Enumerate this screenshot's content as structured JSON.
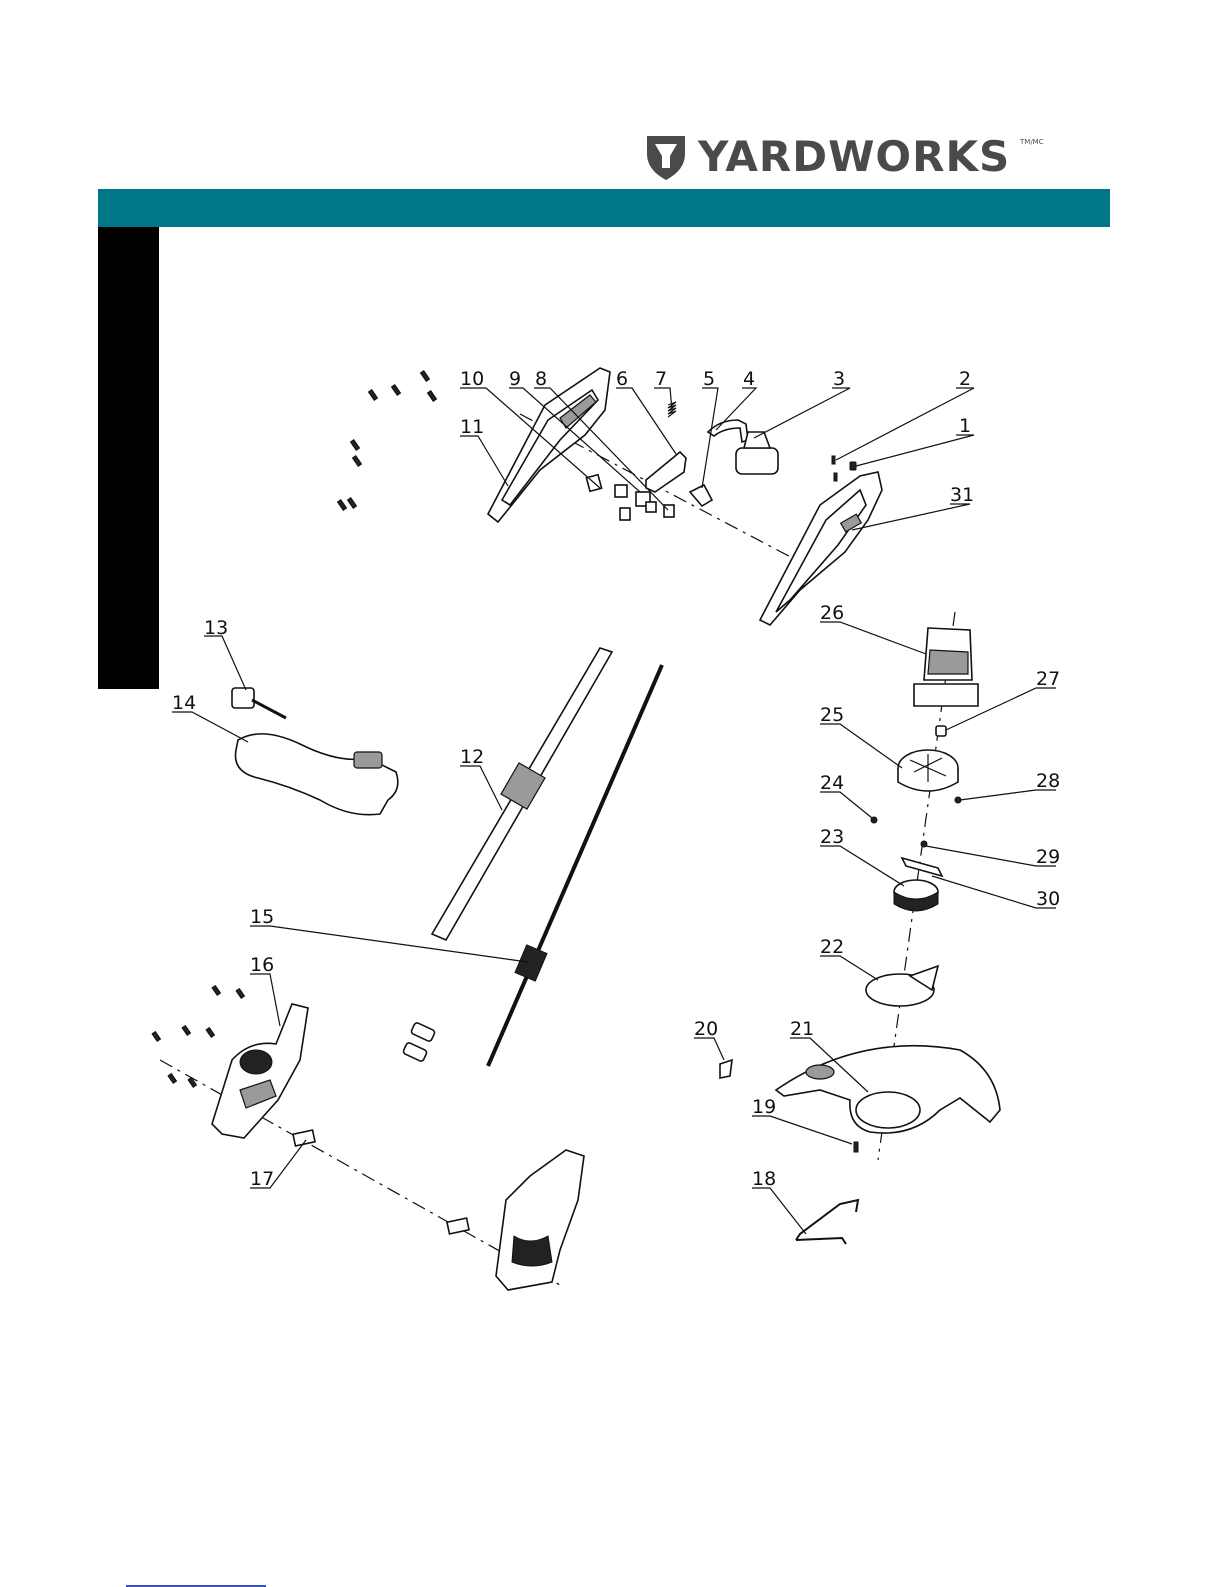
{
  "brand": {
    "name": "YARDWORKS",
    "trademark": "TM/MC",
    "logo_color": "#4a4a4a",
    "logo_icon": "yardworks-shield-icon"
  },
  "header_bar_color": "#007788",
  "side_tab_color": "#000000",
  "callouts": [
    "1",
    "2",
    "3",
    "4",
    "5",
    "6",
    "7",
    "8",
    "9",
    "10",
    "11",
    "12",
    "13",
    "14",
    "15",
    "16",
    "17",
    "18",
    "19",
    "20",
    "21",
    "22",
    "23",
    "24",
    "25",
    "26",
    "27",
    "28",
    "29",
    "30",
    "31"
  ]
}
